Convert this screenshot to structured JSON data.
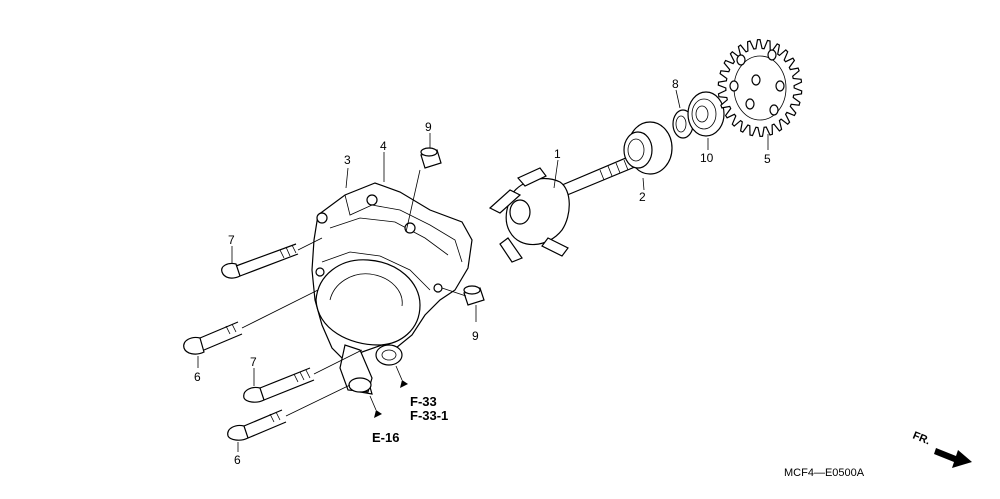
{
  "labels": {
    "p1": "1",
    "p2": "2",
    "p3": "3",
    "p4": "4",
    "p5": "5",
    "p6a": "6",
    "p6b": "6",
    "p7a": "7",
    "p7b": "7",
    "p8": "8",
    "p9a": "9",
    "p9b": "9",
    "p10": "10"
  },
  "references": {
    "f33": "F-33",
    "f331": "F-33-1",
    "e16": "E-16"
  },
  "footer": {
    "code": "MCF4—E0500A",
    "front_label": "FR."
  },
  "icons": {
    "front_arrow": "front-arrow-icon"
  }
}
